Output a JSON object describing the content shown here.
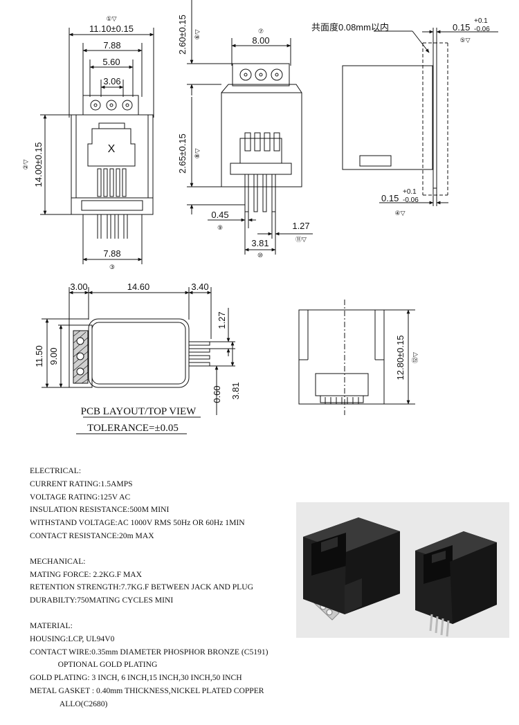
{
  "drawing": {
    "top_left": {
      "overall_width": "11.10±0.15",
      "overall_width_mark": "①▽",
      "body_height": "14.00±0.15",
      "body_height_mark": "②▽",
      "pin_span_top": "7.88",
      "pin_span_bottom": "7.88",
      "pin_span_bottom_mark": "③",
      "gasket_span": "5.60",
      "window_span": "3.06"
    },
    "top_middle": {
      "gasket_height": "2.60±0.15",
      "gasket_height_mark": "⑥▽",
      "gasket_width": "8.00",
      "gasket_width_mark": "⑦",
      "terminal_height": "2.65±0.15",
      "terminal_height_mark": "⑧▽",
      "pin_width": "0.45",
      "pin_width_mark": "⑨",
      "pin_pitch": "1.27",
      "pin_pitch_mark": "⑪▽",
      "pin_span": "3.81",
      "pin_span_mark": "⑩"
    },
    "top_right": {
      "flatness_note": "共面度0.08mm以内",
      "gap_top_base": "0.15",
      "gap_top_plus": "+0.1",
      "gap_top_minus": "-0.06",
      "gap_top_mark": "⑤▽",
      "gap_bottom_base": "0.15",
      "gap_bottom_plus": "+0.1",
      "gap_bottom_minus": "-0.06",
      "gap_bottom_mark": "④▽"
    },
    "pcb": {
      "left_offset": "3.00",
      "body_length": "14.60",
      "right_offset": "3.40",
      "outer_height": "11.50",
      "inner_height": "9.00",
      "pin_pitch": "1.27",
      "pin_span": "3.81",
      "pin_offset": "0.60",
      "title": "PCB LAYOUT/TOP VIEW",
      "tolerance": "TOLERANCE=±0.05"
    },
    "front": {
      "height": "12.80±0.15",
      "height_mark": "⑫▽"
    },
    "cross_mark": "X"
  },
  "specs": {
    "electrical": {
      "heading": "ELECTRICAL:",
      "lines": [
        "CURRENT RATING:1.5AMPS",
        "VOLTAGE RATING:125V AC",
        "INSULATION RESISTANCE:500M MINI",
        "WITHSTAND VOLTAGE:AC 1000V RMS 50Hz OR 60Hz 1MIN",
        "CONTACT RESISTANCE:20m MAX"
      ]
    },
    "mechanical": {
      "heading": "MECHANICAL:",
      "lines": [
        "MATING FORCE: 2.2KG.F MAX",
        "RETENTION STRENGTH:7.7KG.F BETWEEN JACK AND PLUG",
        "DURABILTY:750MATING CYCLES MINI"
      ]
    },
    "material": {
      "heading": "MATERIAL:",
      "lines": [
        "HOUSING:LCP, UL94V0",
        "CONTACT WIRE:0.35mm DIAMETER PHOSPHOR BRONZE (C5191)",
        "              OPTIONAL GOLD PLATING",
        "GOLD PLATING: 3 INCH, 6 INCH,15 INCH,30 INCH,50 INCH",
        "METAL GASKET : 0.40mm THICKNESS,NICKEL PLATED COPPER",
        "               ALLO(C2680)"
      ]
    }
  },
  "colors": {
    "line": "#111111",
    "hidden": "#555555",
    "housing": "#1f1f1f",
    "photo_bg": "#e9e9e9",
    "gasket": "#c9c9c9"
  }
}
